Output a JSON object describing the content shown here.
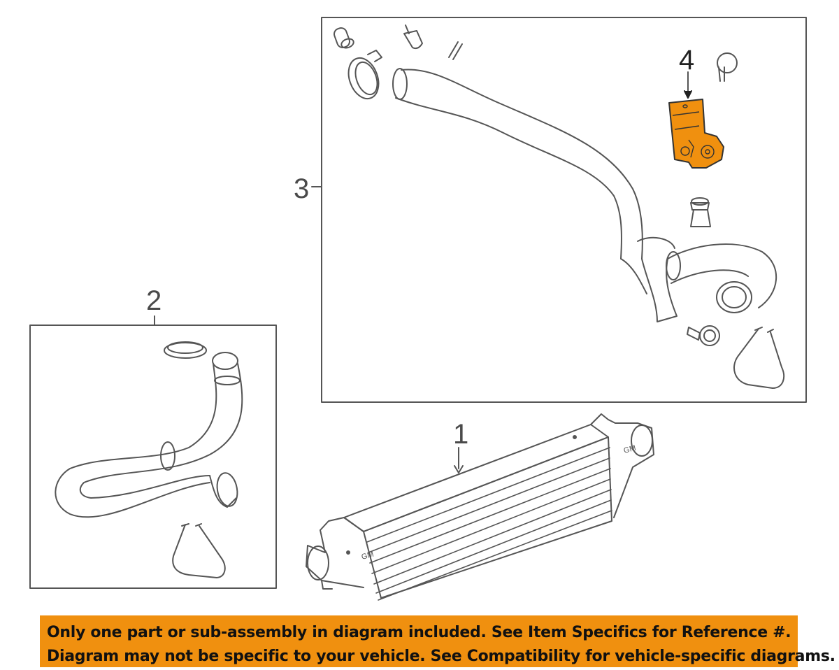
{
  "callouts": {
    "item1": "1",
    "item2": "2",
    "item3": "3",
    "item4": "4"
  },
  "markings": {
    "brand_left": "GM",
    "brand_right": "GM"
  },
  "banner": {
    "line1": "Only one part or sub-assembly in diagram included. See Item Specifics for Reference #.",
    "line2": "Diagram may not be specific to your vehicle. See Compatibility for vehicle-specific diagrams."
  },
  "colors": {
    "highlight_part": "#f0900f",
    "banner_background": "#f0900f",
    "line_art": "#555555"
  }
}
